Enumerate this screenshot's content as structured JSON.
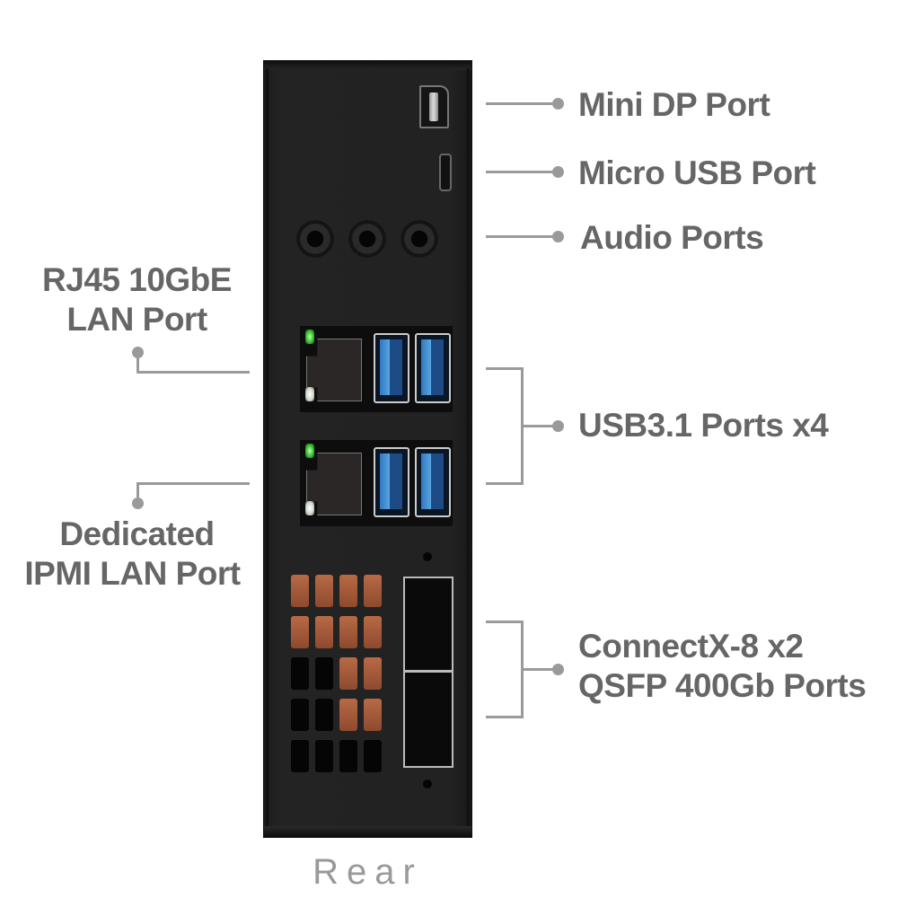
{
  "diagram": {
    "view_label": "Rear",
    "device": "server rear panel",
    "callouts": [
      {
        "id": "mini-dp",
        "label": "Mini DP Port",
        "side": "right"
      },
      {
        "id": "micro-usb",
        "label": "Micro USB Port",
        "side": "right"
      },
      {
        "id": "audio",
        "label": "Audio Ports",
        "side": "right"
      },
      {
        "id": "rj45",
        "label_lines": [
          "RJ45 10GbE",
          "LAN Port"
        ],
        "side": "left"
      },
      {
        "id": "usb31",
        "label": "USB3.1 Ports x4",
        "side": "right"
      },
      {
        "id": "ipmi",
        "label_lines": [
          "Dedicated",
          "IPMI LAN Port"
        ],
        "side": "left"
      },
      {
        "id": "connectx",
        "label_lines": [
          "ConnectX-8 x2",
          "QSFP 400Gb Ports"
        ],
        "side": "right"
      }
    ],
    "colors": {
      "label_text": "#666666",
      "leader_line": "#9a9a9a",
      "chassis": "#222222",
      "usb_blue": "#3a86cf",
      "led_green": "#2fb82a",
      "copper": "#a85c3c"
    }
  }
}
